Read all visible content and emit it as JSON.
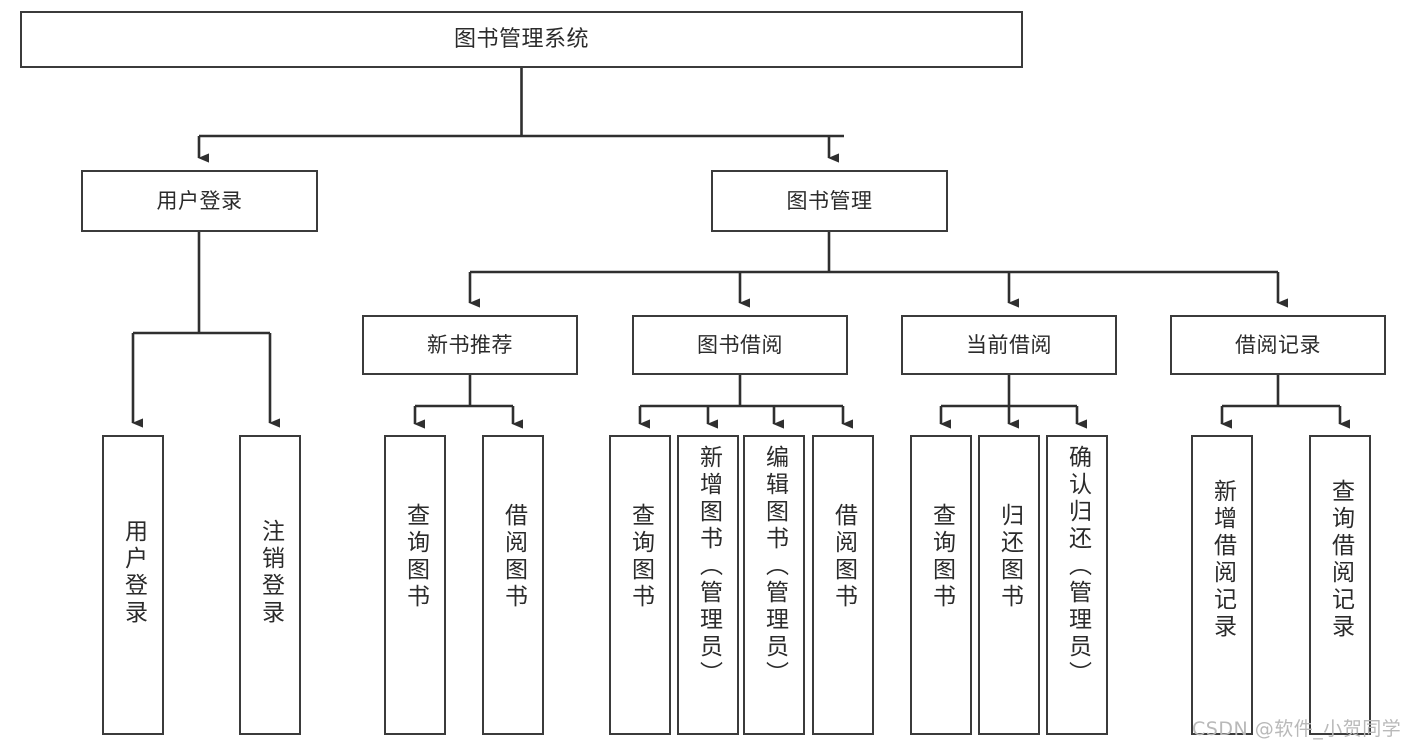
{
  "diagram": {
    "title": "图书管理系统",
    "type": "function-hierarchy-tree",
    "colors": {
      "box_border": "#3b3b3b",
      "box_fill": "#ffffff",
      "connector": "#2f2f2f",
      "text": "#2b2b2b",
      "watermark": "#b9b9b9",
      "background": "#ffffff"
    },
    "nodes": {
      "root": {
        "label": "图书管理系统",
        "level": 1
      },
      "level2": [
        {
          "id": "user-login",
          "label": "用户登录"
        },
        {
          "id": "book-management",
          "label": "图书管理"
        }
      ],
      "level3": [
        {
          "id": "new-book-recommend",
          "label": "新书推荐",
          "parent": "book-management"
        },
        {
          "id": "book-borrow",
          "label": "图书借阅",
          "parent": "book-management"
        },
        {
          "id": "current-borrow",
          "label": "当前借阅",
          "parent": "book-management"
        },
        {
          "id": "borrow-record",
          "label": "借阅记录",
          "parent": "book-management"
        }
      ],
      "leaves": {
        "user-login": [
          {
            "id": "leaf-user-login",
            "label": "用户登录"
          },
          {
            "id": "leaf-logout",
            "label": "注销登录"
          }
        ],
        "new-book-recommend": [
          {
            "id": "leaf-query-book-1",
            "label": "查询图书"
          },
          {
            "id": "leaf-borrow-book-1",
            "label": "借阅图书"
          }
        ],
        "book-borrow": [
          {
            "id": "leaf-query-book-2",
            "label": "查询图书"
          },
          {
            "id": "leaf-add-book",
            "label": "新增图书（管理员）"
          },
          {
            "id": "leaf-edit-book",
            "label": "编辑图书（管理员）"
          },
          {
            "id": "leaf-borrow-book-2",
            "label": "借阅图书"
          }
        ],
        "current-borrow": [
          {
            "id": "leaf-query-book-3",
            "label": "查询图书"
          },
          {
            "id": "leaf-return-book",
            "label": "归还图书"
          },
          {
            "id": "leaf-confirm-return",
            "label": "确认归还（管理员）"
          }
        ],
        "borrow-record": [
          {
            "id": "leaf-add-record",
            "label": "新增借阅记录"
          },
          {
            "id": "leaf-query-record",
            "label": "查询借阅记录"
          }
        ]
      }
    }
  },
  "watermark": {
    "text": "CSDN @软件_小贺同学"
  }
}
